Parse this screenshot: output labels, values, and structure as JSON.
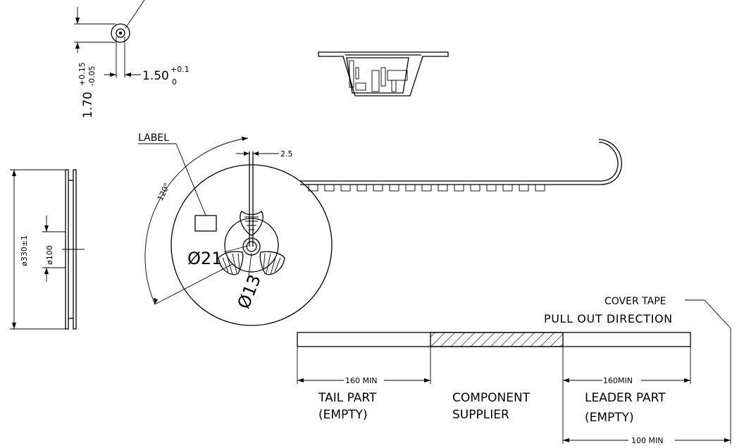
{
  "dimensions": {
    "hole_height": "1.70",
    "hole_height_tol_upper": "+0.15",
    "hole_height_tol_lower": "-0.05",
    "hole_diameter": "1.50",
    "hole_diameter_tol_upper": "+0.1",
    "hole_diameter_tol_lower": "0",
    "reel_diameter": "ø330±1",
    "hub_diameter": "ø100",
    "slot_width": "2.5",
    "angle": "120°",
    "center_hole_outer": "Ø21",
    "center_hole_inner": "Ø13"
  },
  "labels": {
    "label": "LABEL",
    "cover_tape": "COVER TAPE",
    "pull_out_direction": "PULL OUT DIRECTION",
    "tail_length": "160 MIN",
    "leader_length": "160MIN",
    "leader_extra": "100 MIN",
    "tail_part_line1": "TAIL PART",
    "tail_part_line2": "(EMPTY)",
    "component_line1": "COMPONENT",
    "component_line2": "SUPPLIER",
    "leader_part_line1": "LEADER PART",
    "leader_part_line2": "(EMPTY)"
  }
}
